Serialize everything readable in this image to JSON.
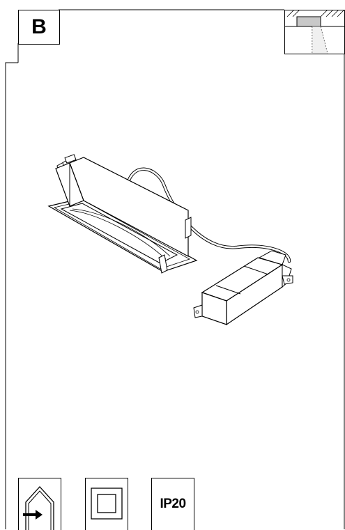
{
  "panel": {
    "label": "B"
  },
  "icons": {
    "mounting": "recessed-ceiling-mount-icon",
    "indoor": "indoor-use-house-icon",
    "class2": "class-ii-double-insulation-icon",
    "product": "recessed-linear-luminaire-with-driver"
  },
  "ratings": {
    "ip": "IP20"
  },
  "colors": {
    "line": "#000000",
    "housing_fill": "#ffffff",
    "ceiling_fill": "#c8c8c8"
  }
}
